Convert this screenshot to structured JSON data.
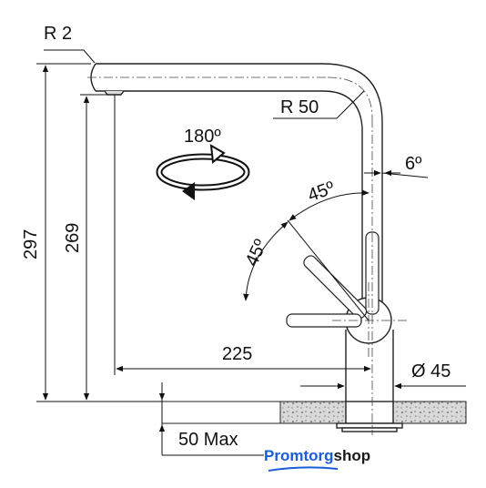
{
  "dimensions": {
    "radius_top": "R 2",
    "radius_bend": "R 50",
    "rotation": "180º",
    "angle_tilt": "6º",
    "angle_upper": "45º",
    "angle_lower": "45º",
    "height_total": "297",
    "height_spout": "269",
    "reach": "225",
    "diameter": "Ø 45",
    "max_thickness": "50 Max"
  },
  "brand": {
    "part1": "Promtorg",
    "part2": "shop"
  },
  "colors": {
    "brand_blue": "#1a5bd6",
    "ink": "#111111"
  }
}
